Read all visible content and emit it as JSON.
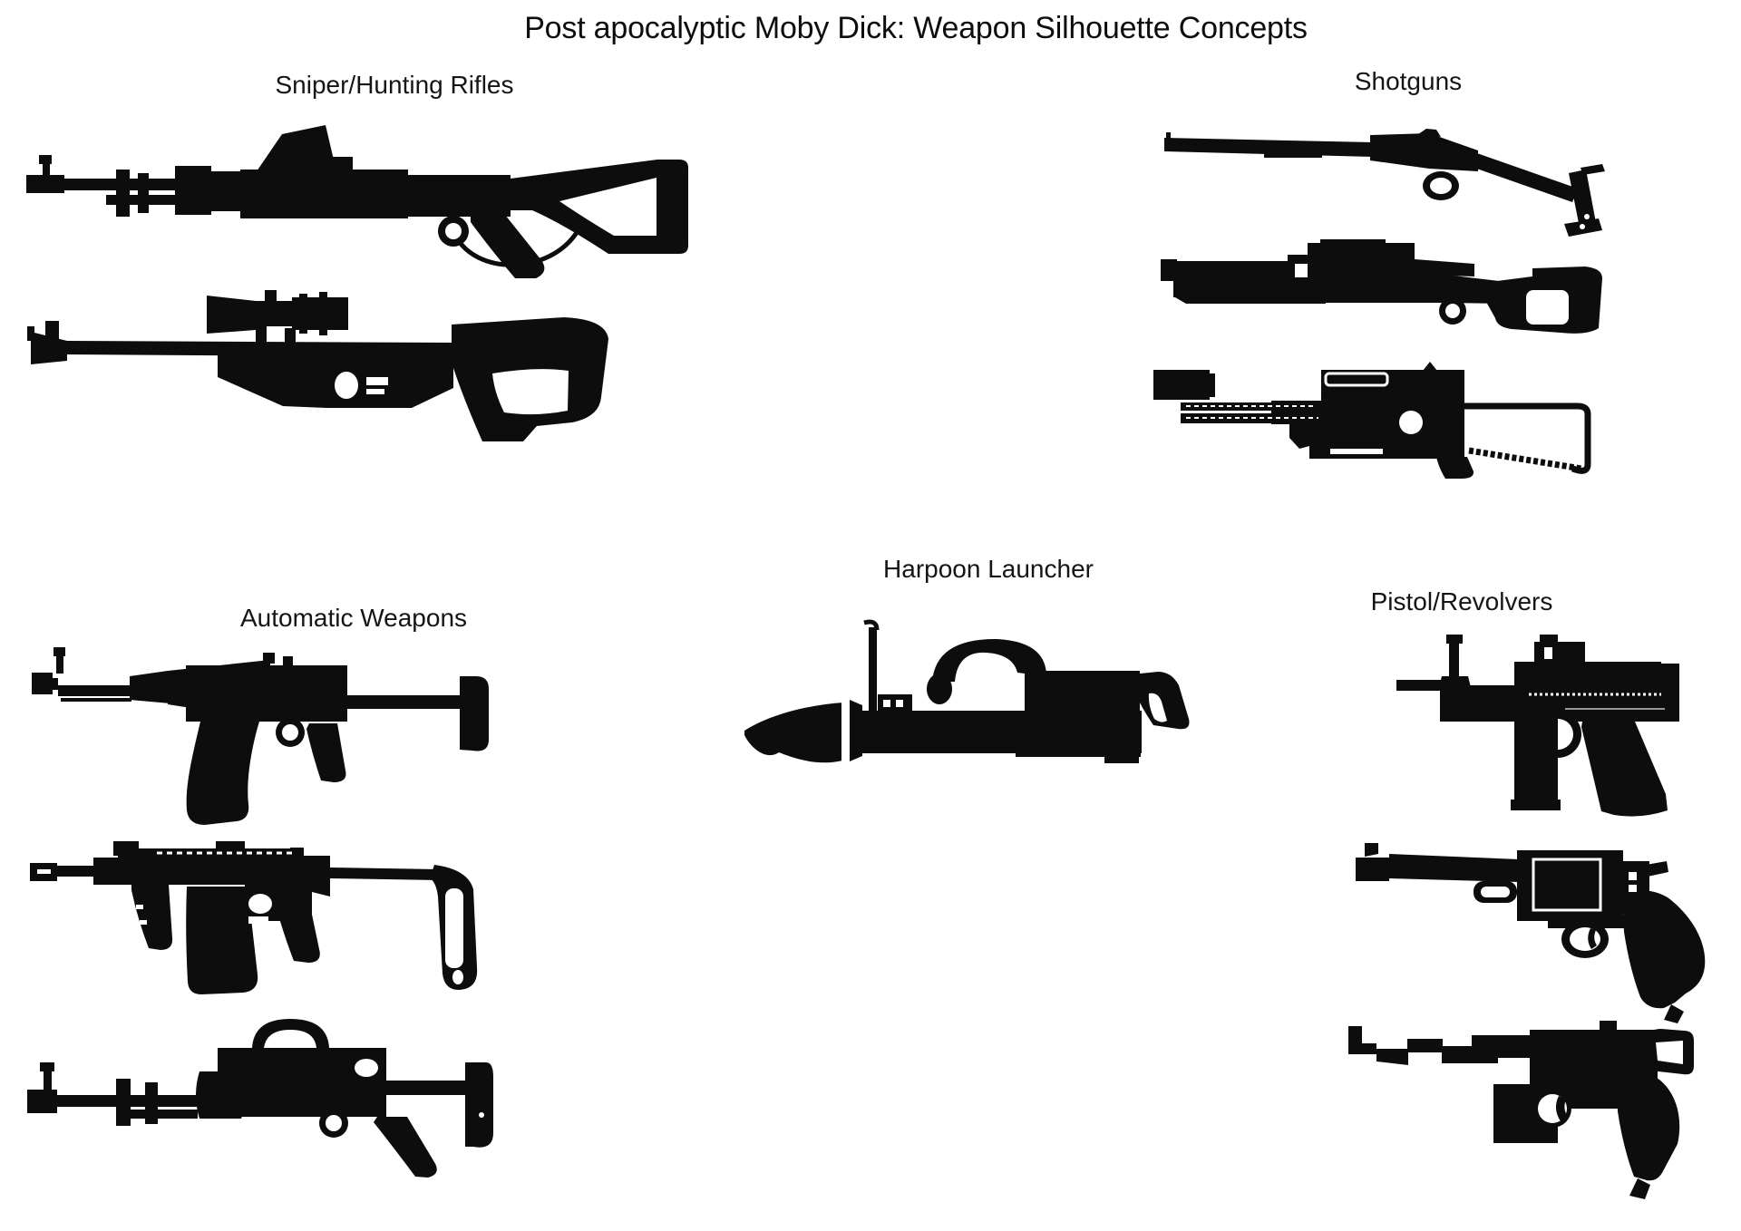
{
  "page": {
    "title": "Post apocalyptic Moby Dick: Weapon Silhouette Concepts",
    "background_color": "#ffffff",
    "silhouette_color": "#0d0d0d",
    "text_color": "#151515"
  },
  "groups": [
    {
      "id": "sniper-hunting-rifles",
      "label": "Sniper/Hunting Rifles",
      "weapons": [
        {
          "name": "skeleton-stock-battle-rifle",
          "features": "top-mounted angled magazine, triangular skeleton stock, sling wire"
        },
        {
          "name": "scoped-hunting-rifle",
          "features": "long barrel, large scope, thumbhole stock"
        }
      ]
    },
    {
      "id": "shotguns",
      "label": "Shotguns",
      "weapons": [
        {
          "name": "break-action-pipe-shotgun",
          "features": "single long barrel, exposed trigger loop, T-bar metal stock"
        },
        {
          "name": "pump-shotgun-thumbhole-stock",
          "features": "magazine tube, raised receiver block, rectangular thumbhole cutout"
        },
        {
          "name": "auto-shotgun-wire-stock",
          "features": "serrated barrel shrouds, box magazine, wire loop stock with strap"
        }
      ]
    },
    {
      "id": "automatic-weapons",
      "label": "Automatic Weapons",
      "weapons": [
        {
          "name": "ak-rifle-skeleton-stock",
          "features": "curved banana magazine, bar stock with vertical buttplate"
        },
        {
          "name": "carbine-folding-stock",
          "features": "vertical foregrip, wide magazine, down-folded loop stock"
        },
        {
          "name": "light-machine-gun-ring-optic",
          "features": "dome ring optic, carry loop, bar stock with buttplate"
        }
      ]
    },
    {
      "id": "harpoon-launcher",
      "label": "Harpoon Launcher",
      "weapons": [
        {
          "name": "harpoon-launcher",
          "features": "barbed harpoon head, tall front sight mast, top carry handle, rear grip"
        }
      ]
    },
    {
      "id": "pistol-revolvers",
      "label": "Pistol/Revolvers",
      "weapons": [
        {
          "name": "machine-pistol-optic",
          "features": "tall front sight, vertical magazine, round trigger guard, raked grip"
        },
        {
          "name": "long-barrel-revolver-pistol",
          "features": "collared barrel, boxy frame, curved bird's-head grip"
        },
        {
          "name": "broomhandle-pistol-stock-ring",
          "features": "box magazine, broom-handle grip, rear stock stirrup ring"
        }
      ]
    }
  ]
}
